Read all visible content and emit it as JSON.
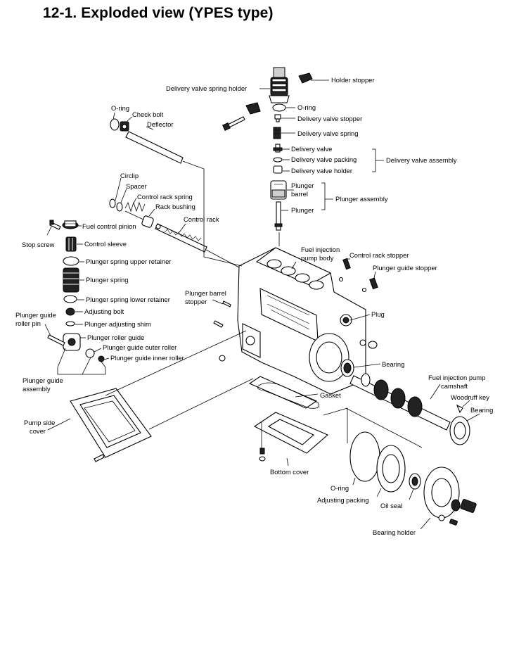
{
  "title": "12-1. Exploded view (YPES type)",
  "labels": {
    "holder_stopper": "Holder stopper",
    "delivery_valve_spring_holder": "Delivery valve spring holder",
    "o_ring_top": "O-ring",
    "delivery_valve_stopper": "Delivery valve stopper",
    "delivery_valve_spring": "Delivery valve spring",
    "delivery_valve": "Delivery  valve",
    "delivery_valve_packing": "Delivery valve packing",
    "delivery_valve_holder": "Delivery valve holder",
    "delivery_valve_assembly": "Delivery valve assembly",
    "plunger_barrel_1": "Plunger",
    "plunger_barrel_2": "barrel",
    "plunger": "Plunger",
    "plunger_assembly": "Plunger assembly",
    "o_ring_check": "O-ring",
    "check_bolt": "Check bolt",
    "deflector": "Deflector",
    "circlip": "Circlip",
    "spacer": "Spacer",
    "control_rack_spring": "Control rack spring",
    "rack_bushing": "Rack bushing",
    "control_rack": "Control rack",
    "fuel_control_pinion": "Fuel control pinion",
    "stop_screw": "Stop screw",
    "control_sleeve": "Control sleeve",
    "plunger_spring_upper_retainer": "Plunger spring upper retainer",
    "plunger_spring": "Plunger spring",
    "plunger_spring_lower_retainer": "Plunger spring lower retainer",
    "adjusting_bolt": "Adjusting bolt",
    "plunger_adjusting_shim": "Plunger adjusting shim",
    "plunger_guide_roller_pin_1": "Plunger guide",
    "plunger_guide_roller_pin_2": "roller pin",
    "plunger_roller_guide": "Plunger roller guide",
    "plunger_guide_outer_roller": "Plunger guide outer roller",
    "plunger_guide_inner_roller": "Plunger guide inner roller",
    "plunger_guide_assembly_1": "Plunger guide",
    "plunger_guide_assembly_2": "assembly",
    "plunger_barrel_stopper_1": "Plunger barrel",
    "plunger_barrel_stopper_2": "stopper",
    "fuel_injection_pump_body_1": "Fuel injection",
    "fuel_injection_pump_body_2": "pump body",
    "control_rack_stopper": "Control rack stopper",
    "plunger_guide_stopper": "Plunger guide stopper",
    "plug": "Plug",
    "bearing_1": "Bearing",
    "camshaft_1": "Fuel injection pump",
    "camshaft_2": "camshaft",
    "woodruff_key": "Woodruff key",
    "bearing_2": "Bearing",
    "gasket": "Gasket",
    "pump_side_cover_1": "Pump side",
    "pump_side_cover_2": "cover",
    "bottom_cover": "Bottom cover",
    "o_ring_bottom": "O-ring",
    "adjusting_packing": "Adjusting packing",
    "oil_seal": "Oil seal",
    "bearing_holder": "Bearing holder"
  }
}
